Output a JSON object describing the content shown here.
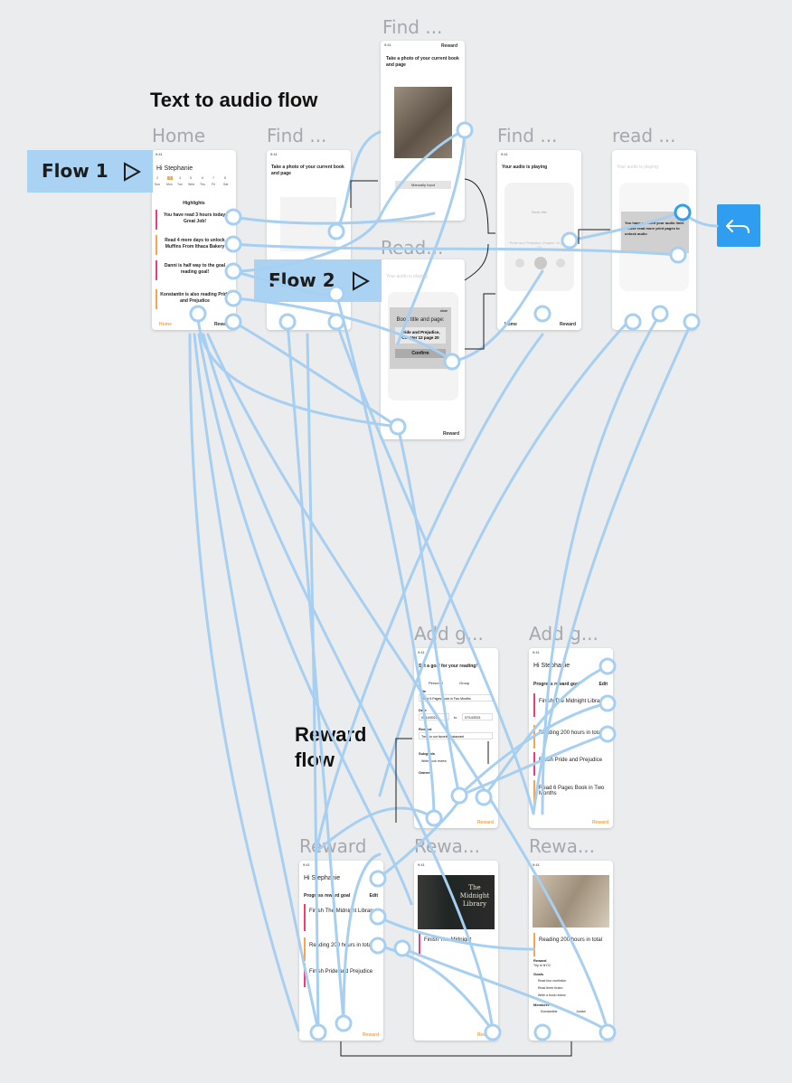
{
  "sections": {
    "text_to_audio": "Text to audio flow",
    "reward": "Reward flow"
  },
  "flows": {
    "flow1": "Flow 1",
    "flow2": "Flow 2"
  },
  "frame_labels": {
    "home": "Home",
    "find_1": "Find ...",
    "find_top": "Find ...",
    "find_2": "Find ...",
    "read": "read ...",
    "read_mid": "Read...",
    "add_g_1": "Add g...",
    "add_g_2": "Add g...",
    "reward": "Reward",
    "rewa_1": "Rewa...",
    "rewa_2": "Rewa..."
  },
  "status_time": "9:41",
  "home_screen": {
    "greeting": "Hi Stephanie",
    "days": [
      "2",
      "3",
      "4",
      "5",
      "6",
      "7",
      "8"
    ],
    "day_names": [
      "Sun",
      "Mon",
      "Tue",
      "Wed",
      "Thu",
      "Fri",
      "Sat"
    ],
    "highlights_title": "Highlights",
    "highlights": [
      "You have read 3 hours today. Great Job!",
      "Read 4 more days to unlock Muffins From Ithaca Bakery",
      "Danni is half way to the goal reading goal!",
      "Konstantin is also reading Pride and Prejudice"
    ],
    "tab_home": "Home",
    "tab_reward": "Reward"
  },
  "find_screen": {
    "prompt": "Take a photo of your current book and page",
    "manual_input": "Manually Input",
    "tab_reward": "Reward"
  },
  "read_screen": {
    "audio_title": "Your audio is playing",
    "book_title_label": "Book title",
    "dialog_title": "Book title and page:",
    "dialog_value": "Pride and Prejudice, Chapter 12 page 20",
    "close": "close",
    "confirm": "Confirm",
    "tab_reward": "Reward"
  },
  "playing_screen": {
    "title": "Your audio is playing",
    "book": "Pride and Prejudice Chapter 12 page 20",
    "tab_home": "Home",
    "tab_reward": "Reward"
  },
  "limit_screen": {
    "title": "Your audio is playing",
    "dialog": "You have reached your audio limit. Please read more print pages to unlock audio"
  },
  "add_goal_screen": {
    "title": "Set a goal for your reading!",
    "personal": "Personal",
    "group": "Group",
    "title_label": "Title",
    "title_value": "Read 6 Pages Book in Two Months",
    "date_label": "Date",
    "date_from": "05/14/2021",
    "to": "to",
    "date_to": "07/14/2021",
    "reward_label": "Reward",
    "reward_value": "Treat to our favorite restaurant",
    "subgoals_label": "Subgoals",
    "subgoal_1": "Write book review",
    "owner_label": "Owner",
    "tab_reward": "Reward"
  },
  "goal_list_screen": {
    "greeting": "Hi Stephanie",
    "progress_label": "Progress reward goal",
    "edit": "Edit",
    "goals": [
      "Finish The Midnight Library",
      "Reading 200 hours in total",
      "Finish Pride and Prejudice",
      "Read 6 Pages Book in Two Months"
    ],
    "tab_reward": "Reward"
  },
  "reward_screen": {
    "greeting": "Hi Stephanie",
    "progress_label": "Progress reward goal",
    "edit": "Edit",
    "goals": [
      "Finish The Midnight Library",
      "Reading 200 hours in total",
      "Finish Pride and Prejudice"
    ],
    "tab_reward": "Reward"
  },
  "reward_detail_1": {
    "book_cover": "The Midnight Library",
    "goal": "Finish The Midnight",
    "tab_reward": "Reward"
  },
  "reward_detail_2": {
    "goal": "Reading 200 hours in total",
    "reward_label": "Reward",
    "reward_value": "Trip to NYC!",
    "goals_label": "Goals",
    "subgoals": [
      "Read four nonfiction",
      "Read three fiction",
      "Write a book review"
    ],
    "members_label": "Members",
    "members": [
      "Konstantine",
      "Jordan"
    ]
  },
  "colors": {
    "background": "#ebecee",
    "wire": "#a6cff1",
    "flow_button": "#a9d2f3",
    "accent_pink": "#e8407a",
    "accent_orange": "#f5a54a",
    "back_button": "#2f9ef0"
  },
  "icons": {
    "flow_start": "play-icon",
    "back": "reply-arrow-icon"
  }
}
